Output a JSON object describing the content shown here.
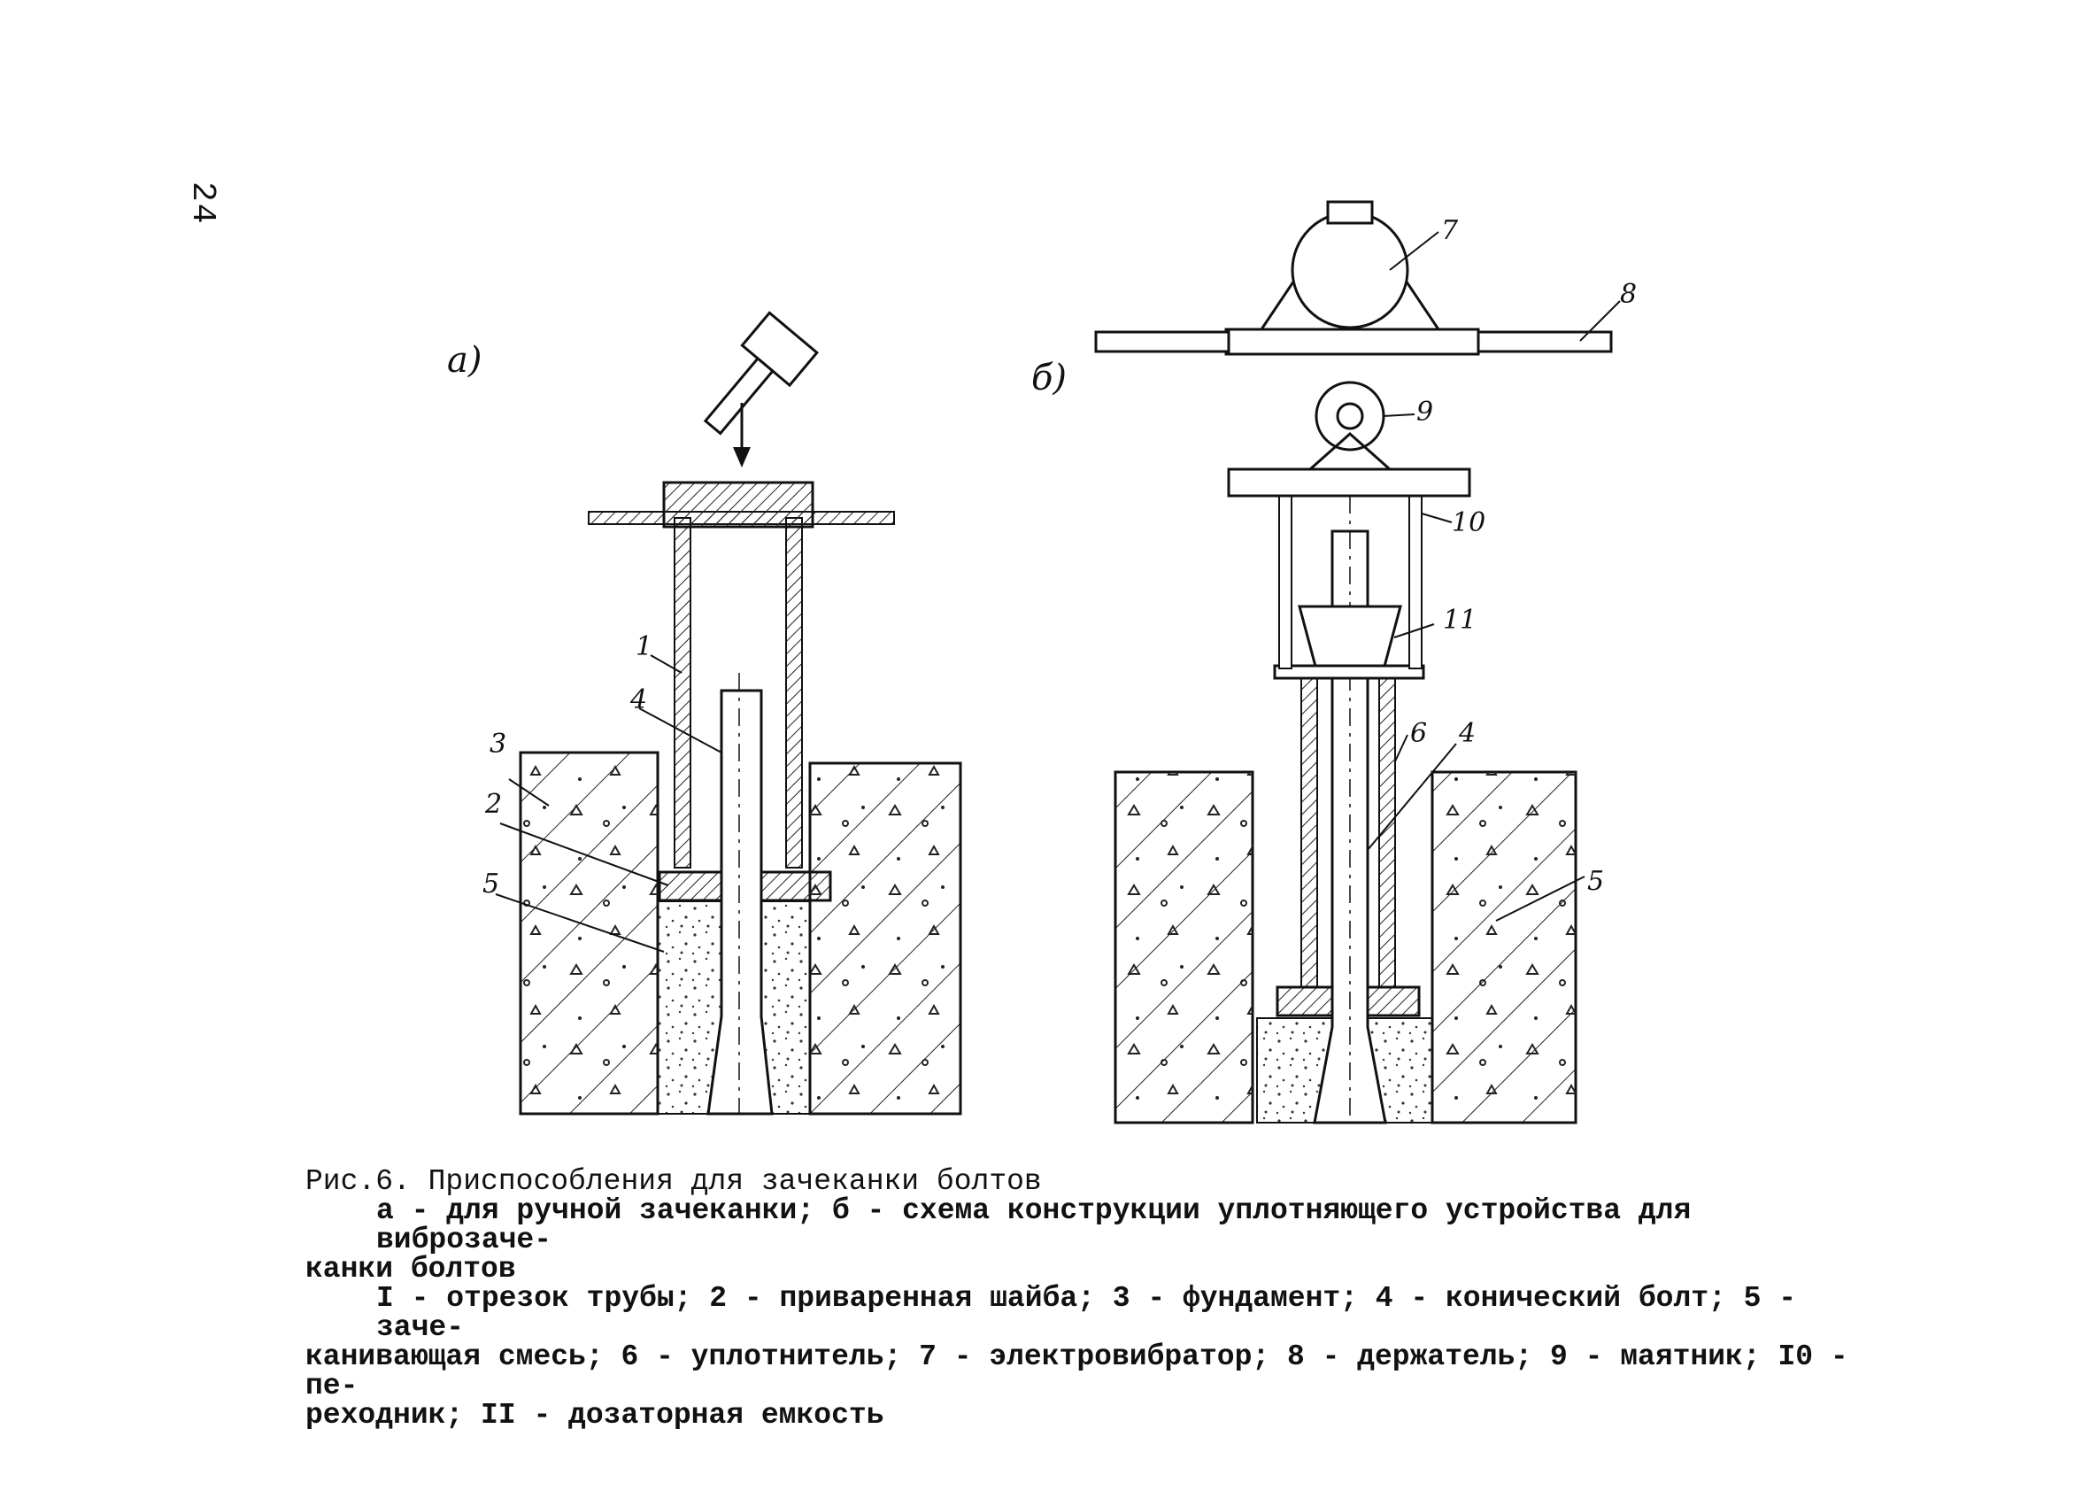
{
  "page_number": "24",
  "figure": {
    "subfigure_a": "а)",
    "subfigure_b": "б)",
    "labels_a": [
      "1",
      "4",
      "3",
      "2",
      "5"
    ],
    "labels_b": [
      "7",
      "8",
      "9",
      "10",
      "11",
      "6",
      "4",
      "5"
    ]
  },
  "caption": {
    "title": "Рис.6. Приспособления для зачеканки болтов",
    "line1": "а - для ручной зачеканки; б - схема конструкции уплотняющего устройства для виброзаче-",
    "line2": "канки болтов",
    "line3": "I - отрезок трубы; 2 - приваренная шайба; 3 - фундамент; 4 - конический болт; 5 - заче-",
    "line4": "канивающая смесь; 6 - уплотнитель; 7 - электровибратор; 8 - держатель; 9 - маятник; I0 - пе-",
    "line5": "реходник; II - дозаторная емкость"
  }
}
